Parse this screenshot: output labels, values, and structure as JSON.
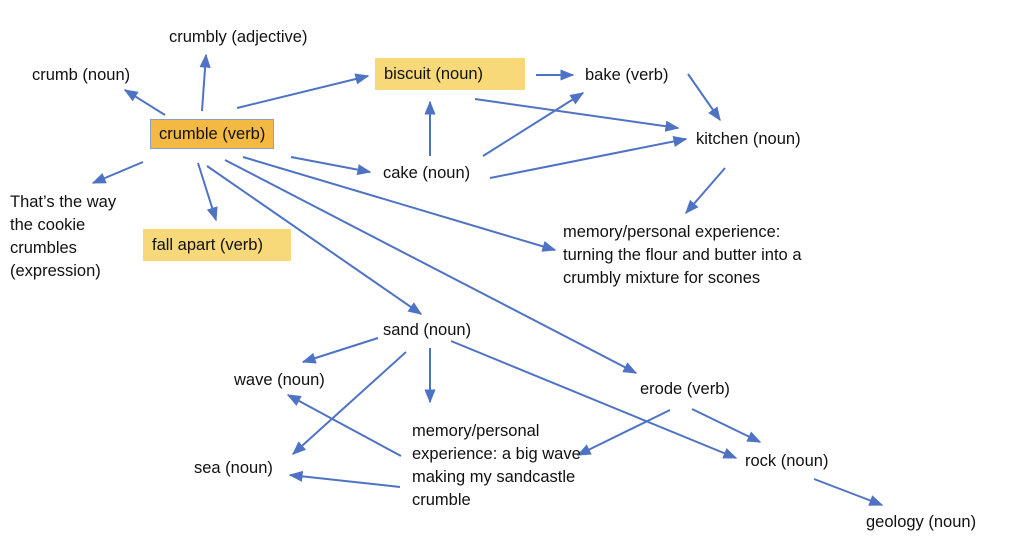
{
  "diagram": {
    "type": "concept-map",
    "edge_color": "#4f73c4",
    "highlight_colors": {
      "primary": "#f4b942",
      "secondary": "#f8d97a"
    },
    "nodes": {
      "crumble": {
        "label": "crumble (verb)",
        "style": "primary"
      },
      "crumbly": {
        "label": "crumbly (adjective)"
      },
      "crumb": {
        "label": "crumb (noun)"
      },
      "biscuit": {
        "label": "biscuit (noun)",
        "style": "secondary"
      },
      "bake": {
        "label": "bake (verb)"
      },
      "kitchen": {
        "label": "kitchen (noun)"
      },
      "cake": {
        "label": "cake (noun)"
      },
      "expression": {
        "label": "That’s the way the cookie crumbles (expression)"
      },
      "fall_apart": {
        "label": "fall apart (verb)",
        "style": "secondary"
      },
      "memory_scones": {
        "label": "memory/personal experience: turning the flour and butter into a crumbly mixture for scones"
      },
      "sand": {
        "label": "sand (noun)"
      },
      "wave": {
        "label": "wave (noun)"
      },
      "sea": {
        "label": "sea (noun)"
      },
      "memory_sandcastle": {
        "label": "memory/personal experience: a big wave making my sandcastle crumble"
      },
      "erode": {
        "label": "erode (verb)"
      },
      "rock": {
        "label": "rock (noun)"
      },
      "geology": {
        "label": "geology (noun)"
      }
    },
    "edges": [
      {
        "from": "crumble",
        "to": "crumb"
      },
      {
        "from": "crumble",
        "to": "crumbly"
      },
      {
        "from": "crumble",
        "to": "biscuit"
      },
      {
        "from": "crumble",
        "to": "expression"
      },
      {
        "from": "crumble",
        "to": "fall_apart"
      },
      {
        "from": "crumble",
        "to": "cake"
      },
      {
        "from": "crumble",
        "to": "memory_scones"
      },
      {
        "from": "crumble",
        "to": "sand"
      },
      {
        "from": "crumble",
        "to": "erode"
      },
      {
        "from": "biscuit",
        "to": "bake"
      },
      {
        "from": "biscuit",
        "to": "kitchen"
      },
      {
        "from": "bake",
        "to": "kitchen"
      },
      {
        "from": "cake",
        "to": "biscuit"
      },
      {
        "from": "cake",
        "to": "bake"
      },
      {
        "from": "cake",
        "to": "kitchen"
      },
      {
        "from": "kitchen",
        "to": "memory_scones"
      },
      {
        "from": "sand",
        "to": "wave"
      },
      {
        "from": "sand",
        "to": "sea"
      },
      {
        "from": "sand",
        "to": "memory_sandcastle"
      },
      {
        "from": "sand",
        "to": "rock"
      },
      {
        "from": "memory_sandcastle",
        "to": "wave"
      },
      {
        "from": "memory_sandcastle",
        "to": "sea"
      },
      {
        "from": "erode",
        "to": "memory_sandcastle"
      },
      {
        "from": "erode",
        "to": "rock"
      },
      {
        "from": "rock",
        "to": "geology"
      }
    ]
  }
}
